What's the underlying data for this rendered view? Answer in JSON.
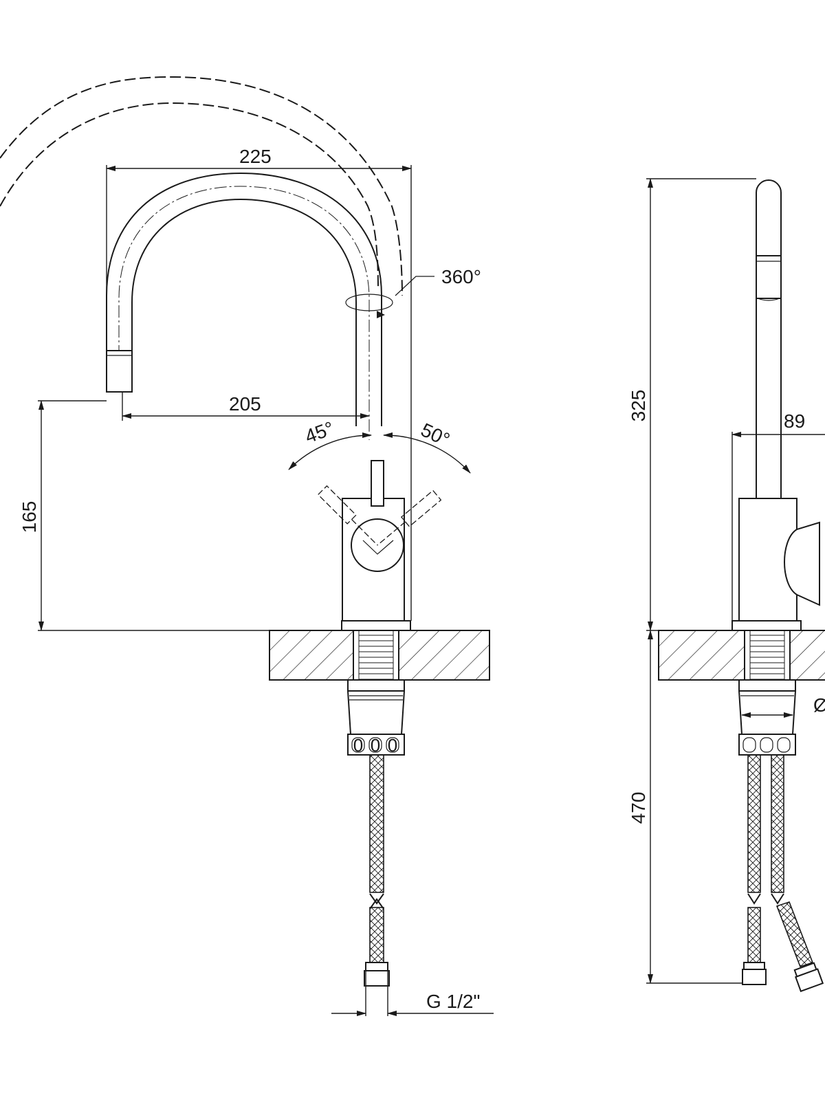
{
  "dimensions": {
    "spout_reach_outer": "225",
    "spout_reach_inner": "205",
    "spout_height": "165",
    "rotation": "360°",
    "lever_left": "45°",
    "lever_right": "50°",
    "connection": "G 1/2\"",
    "total_height": "325",
    "handle_offset": "89",
    "hose_length": "470",
    "shank_diameter": "Ø"
  },
  "labels": {
    "nut_marks": "0 0 0"
  }
}
